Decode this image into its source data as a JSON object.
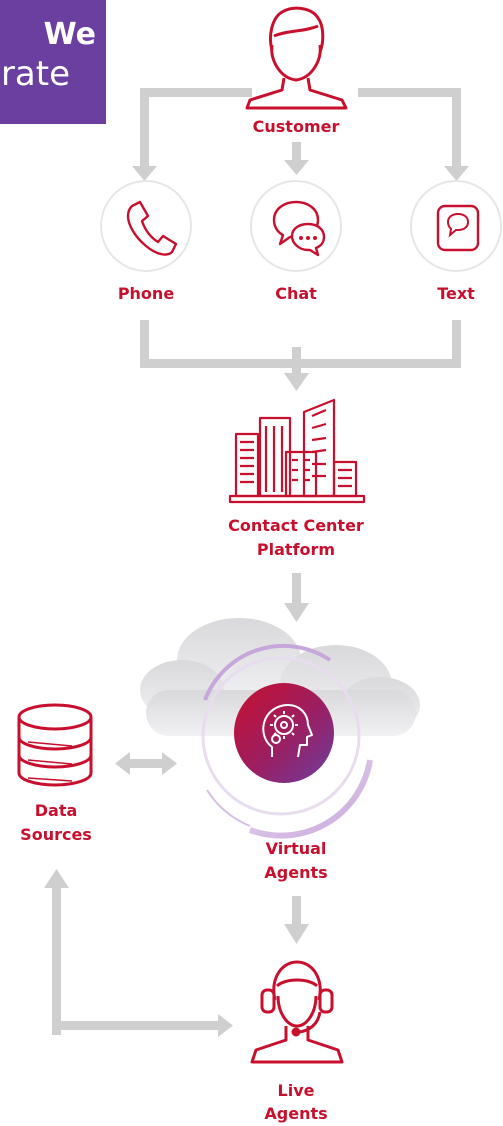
{
  "banner": {
    "line1": "We",
    "line2": "rate"
  },
  "nodes": {
    "customer": "Customer",
    "phone": "Phone",
    "chat": "Chat",
    "text": "Text",
    "platform_line1": "Contact Center",
    "platform_line2": "Platform",
    "virtual_line1": "Virtual",
    "virtual_line2": "Agents",
    "data_line1": "Data",
    "data_line2": "Sources",
    "live_line1": "Live",
    "live_line2": "Agents"
  },
  "colors": {
    "accent": "#c8102e",
    "banner": "#6b3fa0",
    "connector": "#cfcfcf",
    "orb_start": "#c8102e",
    "orb_end": "#6b3fa0"
  },
  "icons": [
    "customer-icon",
    "phone-icon",
    "chat-icon",
    "text-message-icon",
    "buildings-icon",
    "cloud-icon",
    "ai-head-icon",
    "database-icon",
    "headset-agent-icon"
  ]
}
